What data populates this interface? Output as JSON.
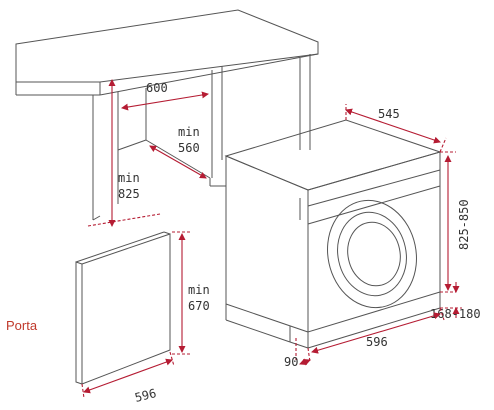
{
  "colors": {
    "line": "#555555",
    "dimension": "#b51c33",
    "text": "#333333",
    "note": "#c0392b"
  },
  "labels": {
    "cabinet_width": "600",
    "cabinet_depth_min": "min",
    "cabinet_depth_value": "560",
    "cabinet_height_min": "min",
    "cabinet_height_value": "825",
    "machine_depth": "545",
    "machine_height": "825-850",
    "plinth_height": "168-180",
    "machine_width": "596",
    "plinth_offset": "90",
    "door_height_min": "min",
    "door_height_value": "670",
    "door_width": "596",
    "door_note": "Porta"
  }
}
